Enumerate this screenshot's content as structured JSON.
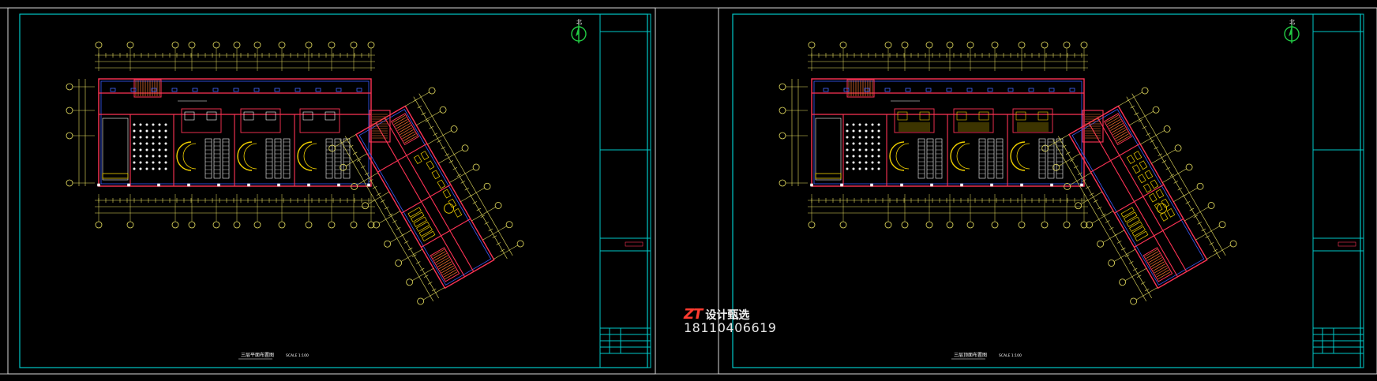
{
  "watermark": {
    "logo": "ZT",
    "name": "设计甄选",
    "phone": "18110406619"
  },
  "sheets": [
    {
      "title": "三层平面布置图",
      "scale": "SCALE 1:100",
      "north": "北"
    },
    {
      "title": "三层顶面布置图",
      "scale": "SCALE 1:100",
      "north": "北"
    }
  ],
  "colors": {
    "frame": "#00c8c8",
    "walls": "#ff3355",
    "dims": "#e8e060",
    "blue": "#3a5cff",
    "furniture": "#f0d000",
    "north": "#22cc44"
  }
}
